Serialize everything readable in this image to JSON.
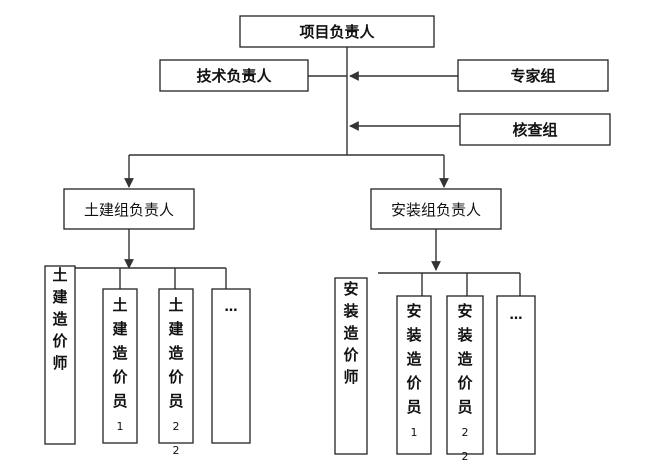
{
  "project_lead": "项目负责人",
  "tech_lead": "技术负责人",
  "expert_group": "专家组",
  "audit_group": "核查组",
  "civil_lead": "土建组负责人",
  "install_lead": "安装组负责人",
  "civil_engineer": "土建造价师",
  "civil_staff_1": "土建造价员1",
  "civil_staff_2": "土建造价员2 2",
  "civil_more": "…",
  "install_engineer": "安装造价师",
  "install_staff_1": "安装造价员1",
  "install_staff_2": "安装造价员2 2",
  "install_more": "…",
  "colors": {
    "line": "#333333",
    "border": "#222222",
    "text": "#111111"
  }
}
